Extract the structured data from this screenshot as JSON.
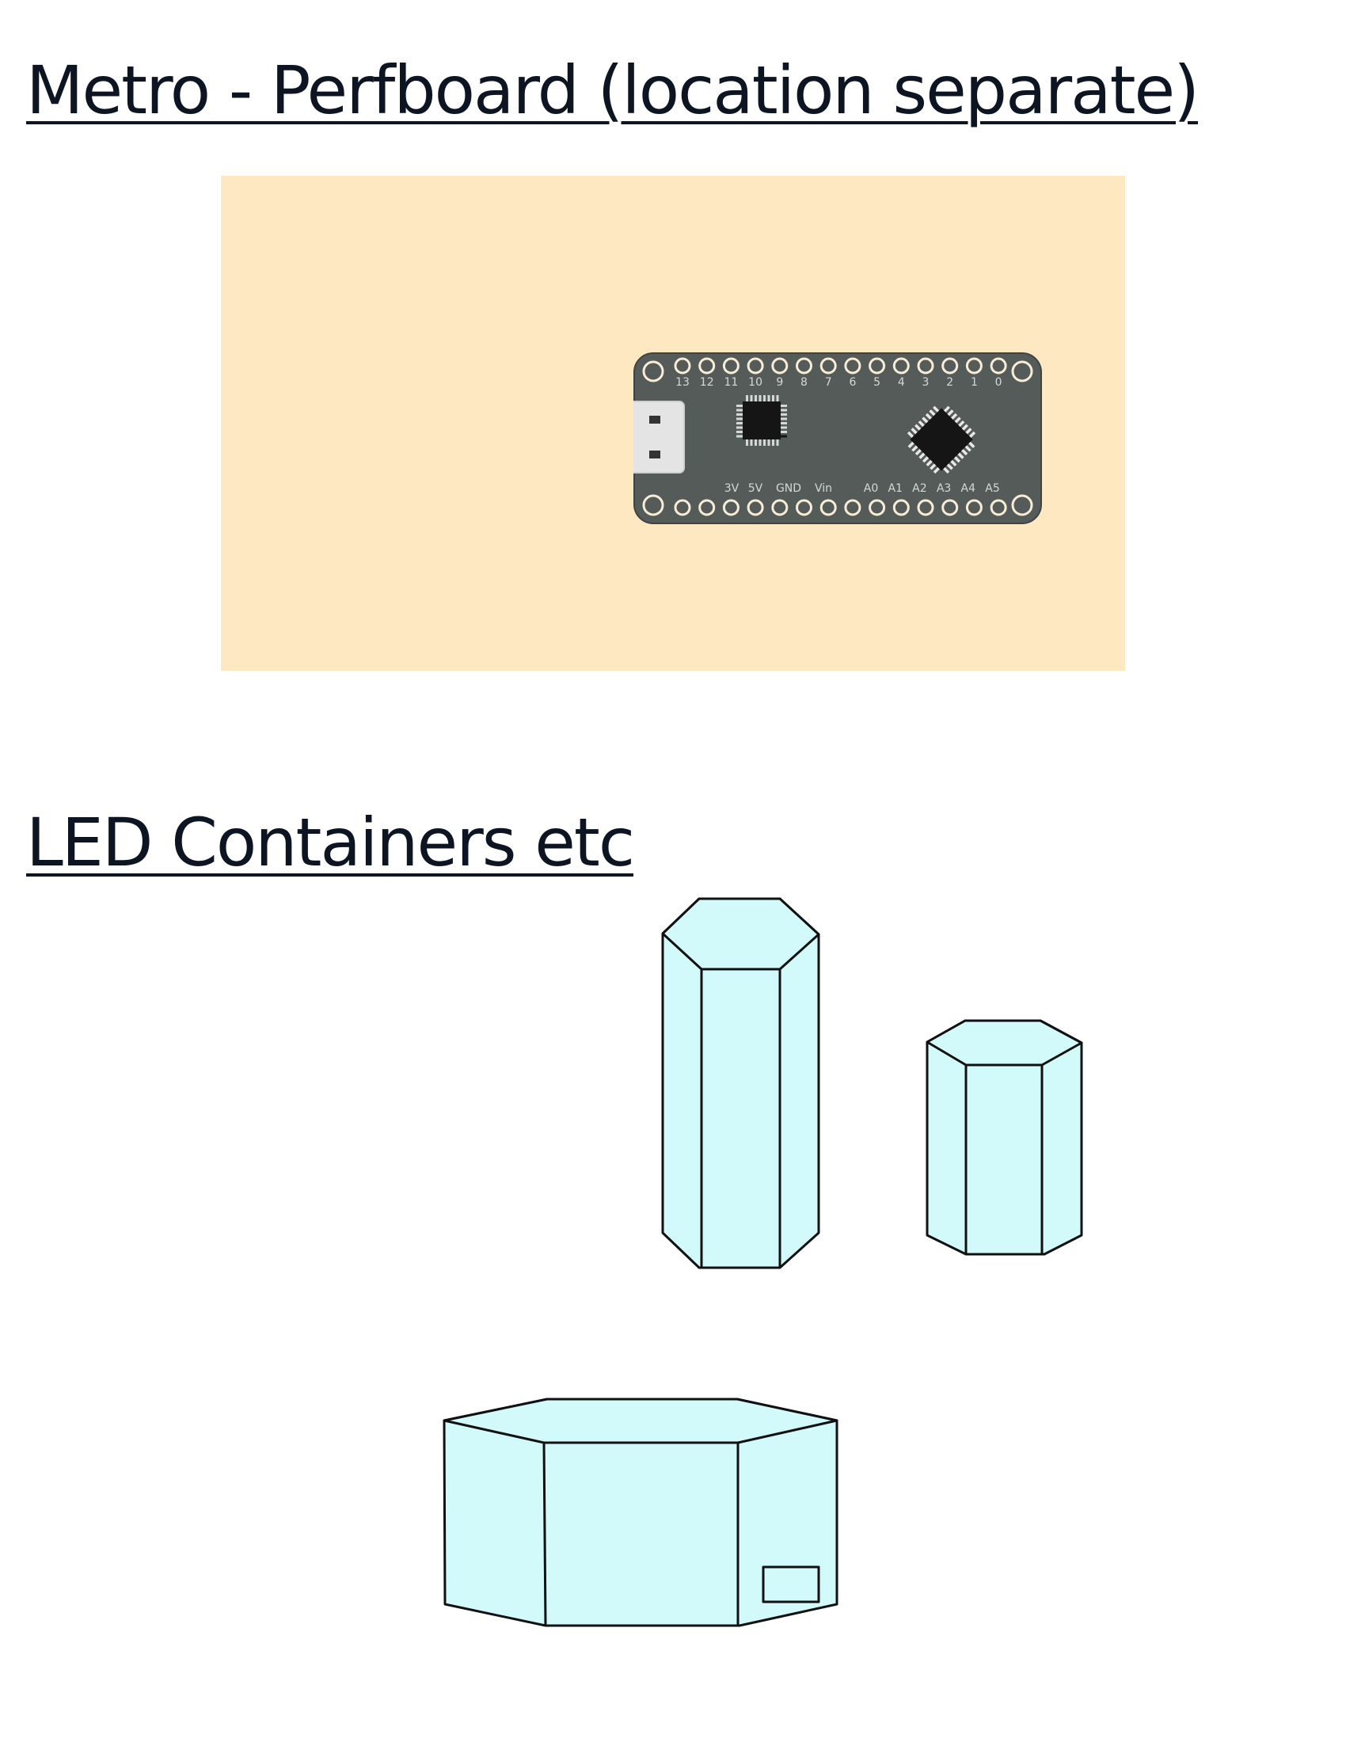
{
  "headings": {
    "metro": "Metro - Perfboard (location separate)",
    "led": "LED Containers etc"
  },
  "colors": {
    "heading_text": "#0d1522",
    "perfboard": "#fee8c2",
    "board": "#555b59",
    "board_edge": "#3f4442",
    "pin_ring": "#f7ecd6",
    "pin_label": "#d5d9d6",
    "usb_connector": "#e4e4e4",
    "chip": "#151515",
    "container_fill": "#d2fafa",
    "container_stroke": "#111111"
  },
  "metro_board": {
    "top_pin_labels": [
      "13",
      "12",
      "11",
      "10",
      "9",
      "8",
      "7",
      "6",
      "5",
      "4",
      "3",
      "2",
      "1",
      "0"
    ],
    "bottom_power_labels": [
      "3V",
      "5V",
      "GND",
      "Vin"
    ],
    "bottom_analog_labels": [
      "A0",
      "A1",
      "A2",
      "A3",
      "A4",
      "A5"
    ],
    "top_pin_count": 14,
    "bottom_pin_count": 14,
    "components": [
      "usb-connector-icon",
      "small-chip-icon",
      "main-chip-icon",
      "mounting-hole-icon"
    ]
  },
  "led_containers": [
    {
      "name": "tall-hexagonal-container",
      "shape": "hexagonal prism"
    },
    {
      "name": "short-hexagonal-container",
      "shape": "hexagonal prism"
    },
    {
      "name": "wide-hexagonal-container",
      "shape": "hexagonal prism",
      "feature": "rectangular port"
    }
  ]
}
